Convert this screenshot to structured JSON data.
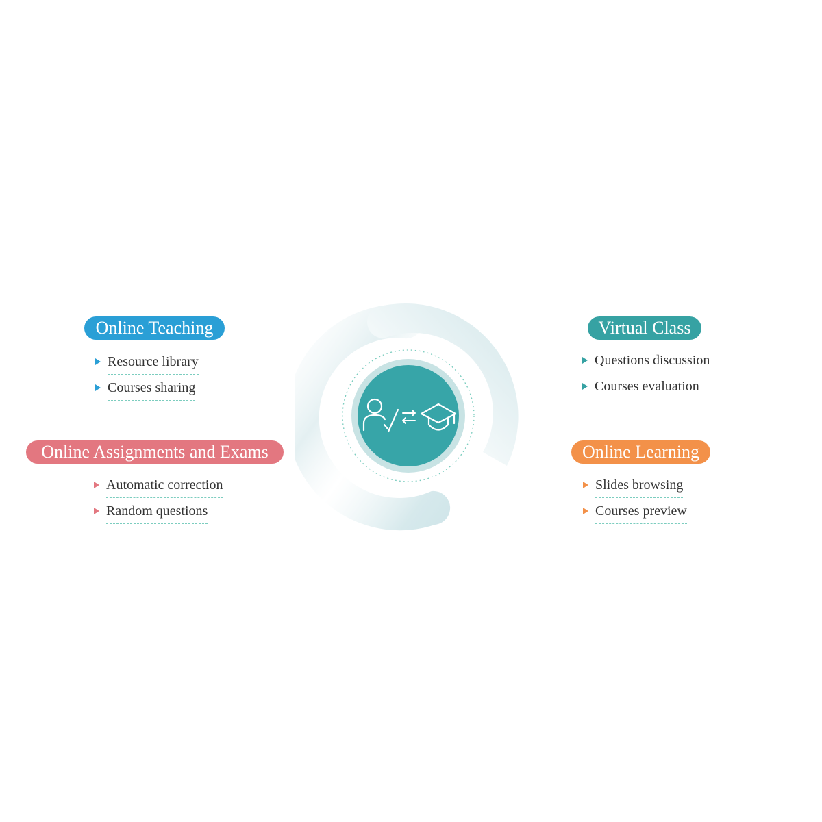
{
  "colors": {
    "teaching": "#2a9fd6",
    "virtual": "#36a2a3",
    "assignments": "#e37780",
    "learning": "#f39149",
    "center": "#37a5a8",
    "center_ring": "#c8e3e4",
    "arc": "#dcecef",
    "dotted": "#7ccdbf"
  },
  "center": {
    "icon": "teacher-student-exchange-icon"
  },
  "sections": {
    "online_teaching": {
      "title": "Online Teaching",
      "items": [
        "Resource library",
        "Courses sharing"
      ]
    },
    "virtual_class": {
      "title": "Virtual Class",
      "items": [
        "Questions discussion",
        "Courses evaluation"
      ]
    },
    "online_assignments": {
      "title": "Online Assignments and Exams",
      "items": [
        "Automatic correction",
        "Random questions"
      ]
    },
    "online_learning": {
      "title": "Online Learning",
      "items": [
        "Slides browsing",
        "Courses preview"
      ]
    }
  }
}
